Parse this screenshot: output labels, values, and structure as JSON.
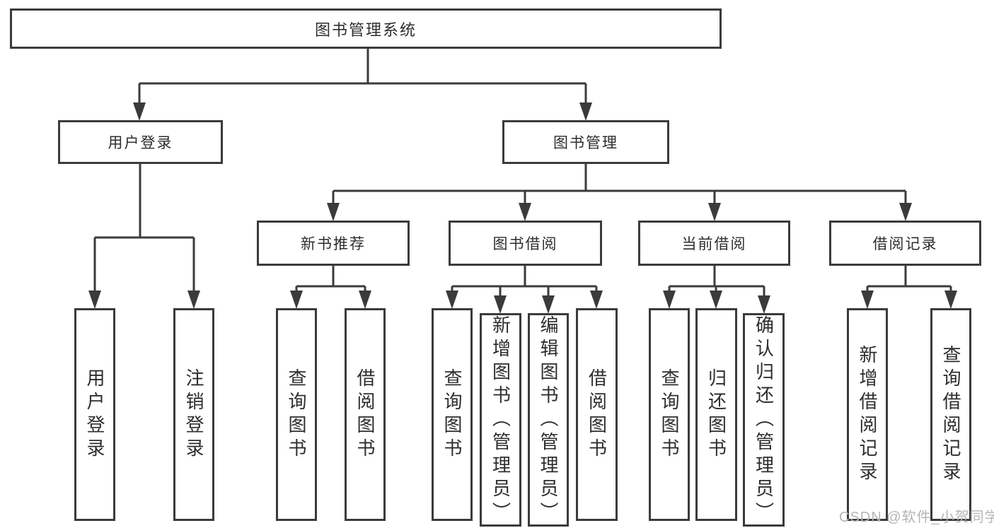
{
  "diagram": {
    "root": {
      "label": "图书管理系统"
    },
    "branches": [
      {
        "label": "用户登录",
        "leaves": [
          "用户登录",
          "注销登录"
        ]
      },
      {
        "label": "图书管理",
        "children": [
          {
            "label": "新书推荐",
            "leaves": [
              "查询图书",
              "借阅图书"
            ]
          },
          {
            "label": "图书借阅",
            "leaves": [
              "查询图书",
              "新增图书（管理员）",
              "编辑图书（管理员）",
              "借阅图书"
            ]
          },
          {
            "label": "当前借阅",
            "leaves": [
              "查询图书",
              "归还图书",
              "确认归还（管理员）"
            ]
          },
          {
            "label": "借阅记录",
            "leaves": [
              "新增借阅记录",
              "查询借阅记录"
            ]
          }
        ]
      }
    ]
  },
  "watermark": {
    "text": "CSDN @软件_小贺同学"
  },
  "colors": {
    "line": "#3b3b3b",
    "text": "#2d2d2d",
    "watermark": "#b5b5b5",
    "background": "#ffffff"
  }
}
